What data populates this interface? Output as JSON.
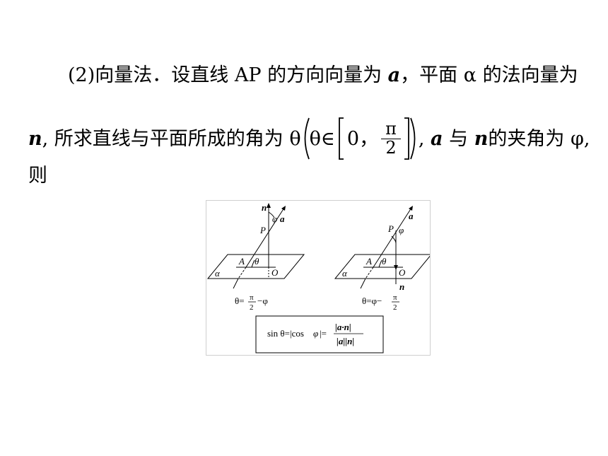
{
  "text": {
    "l1_a": "(2)向量法．设直线 AP 的方向向量为 ",
    "l1_a_vec": "a",
    "l1_b": "，平面 α 的法向量为",
    "l2_n": "n",
    "l2_a": ", 所求直线与平面所成的角为 θ",
    "l2_theta": "θ∈",
    "l2_zero": "0，",
    "l2_pi": "π",
    "l2_two": "2",
    "l2_b": ", ",
    "l2_a_vec": "a",
    "l2_c": " 与 ",
    "l2_n_vec": "n",
    "l2_d": " 的夹角为 φ,",
    "l3": "则"
  },
  "diagram": {
    "left": {
      "n": "n",
      "phi": "φ",
      "a": "a",
      "P": "P",
      "A": "A",
      "theta": "θ",
      "O": "O",
      "alpha": "α",
      "formula_lhs": "θ=",
      "formula_num": "π",
      "formula_den": "2",
      "formula_rhs": "−φ"
    },
    "right": {
      "a": "a",
      "P": "P",
      "phi": "φ",
      "A": "A",
      "theta": "θ",
      "O": "O",
      "alpha": "α",
      "n": "n",
      "formula_lhs": "θ=φ−",
      "formula_num": "π",
      "formula_den": "2"
    },
    "box": {
      "lhs": "sin θ=|cos",
      "phi": "φ",
      "eq": "|=",
      "num": "|a·n|",
      "den": "|a||n|"
    }
  }
}
